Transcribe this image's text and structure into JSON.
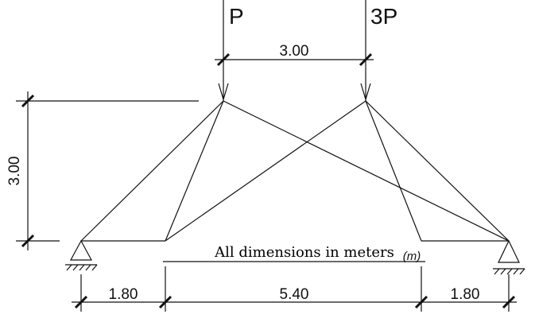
{
  "loads": {
    "left": "P",
    "right": "3P"
  },
  "dimensions": {
    "top_span": "3.00",
    "height": "3.00",
    "bottom_left": "1.80",
    "bottom_middle": "5.40",
    "bottom_right": "1.80"
  },
  "note": "All dimensions in meters",
  "unit": "(m)"
}
